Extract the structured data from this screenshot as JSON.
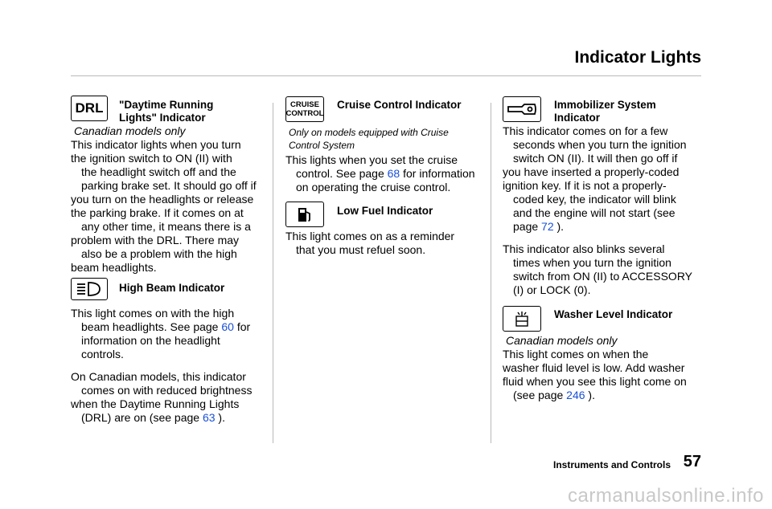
{
  "header": {
    "title": "Indicator Lights"
  },
  "col1": {
    "drl": {
      "icon_text": "DRL",
      "heading_line1": "\"Daytime Running",
      "heading_line2": "Lights\" Indicator",
      "note": "Canadian models only",
      "l1": "This indicator lights when you turn",
      "l2": "the ignition switch to ON (II) with",
      "l3": "the headlight switch off and the",
      "l4": "parking brake set. It should go off if",
      "l5": "you turn on the headlights or release",
      "l6": "the parking brake. If it comes on at",
      "l7": "any other time, it means there is a",
      "l8": "problem with the DRL. There may",
      "l9": "also be a problem with the high",
      "l10": "beam headlights."
    },
    "high_beam": {
      "heading": "High Beam Indicator",
      "l1": "This light comes on with the high",
      "l2a": "beam headlights. See page ",
      "page_ref": "60",
      "l2b": " for",
      "l3": "information on the headlight",
      "l4": "controls.",
      "p2_l1": "On Canadian models, this indicator",
      "p2_l2": "comes on with reduced brightness",
      "p2_l3": "when the Daytime Running Lights",
      "p2_l4a": "(DRL) are on (see page ",
      "p2_page_ref": "63",
      "p2_l4b": " )."
    }
  },
  "col2": {
    "cruise": {
      "icon_line1": "CRUISE",
      "icon_line2": "CONTROL",
      "heading": "Cruise Control Indicator",
      "note_l1": "Only on models equipped with Cruise",
      "note_l2": "Control System",
      "l1": "This lights when you set the cruise",
      "l2a": "control. See page ",
      "page_ref": "68",
      "l2b": " for information",
      "l3": "on operating the cruise control."
    },
    "low_fuel": {
      "heading": "Low Fuel Indicator",
      "l1": "This light comes on as a reminder",
      "l2": "that you must refuel soon."
    }
  },
  "col3": {
    "immobilizer": {
      "heading_line1": "Immobilizer System",
      "heading_line2": "Indicator",
      "l1": "This indicator comes on for a few",
      "l2": "seconds when you turn the ignition",
      "l3": "switch ON (II). It will then go off if",
      "l4": "you have inserted a properly-coded",
      "l5": "ignition key. If it is not a properly-",
      "l6": "coded key, the indicator will blink",
      "l7": "and the engine will not start (see",
      "l8a": "page ",
      "page_ref": "72",
      "l8b": " ).",
      "p2_l1": "This indicator also blinks several",
      "p2_l2": "times when you turn the ignition",
      "p2_l3": "switch from ON (II) to ACCESSORY",
      "p2_l4": "(I) or LOCK (0)."
    },
    "washer": {
      "heading": "Washer Level Indicator",
      "note": "Canadian models only",
      "l1": "This light comes on when the",
      "l2": "washer fluid level is low. Add washer",
      "l3": "fluid when you see this light come on",
      "l4a": "(see page ",
      "page_ref": "246",
      "l4b": " )."
    }
  },
  "footer": {
    "section": "Instruments and Controls",
    "page_number": "57"
  },
  "watermark": "carmanualsonline.info"
}
